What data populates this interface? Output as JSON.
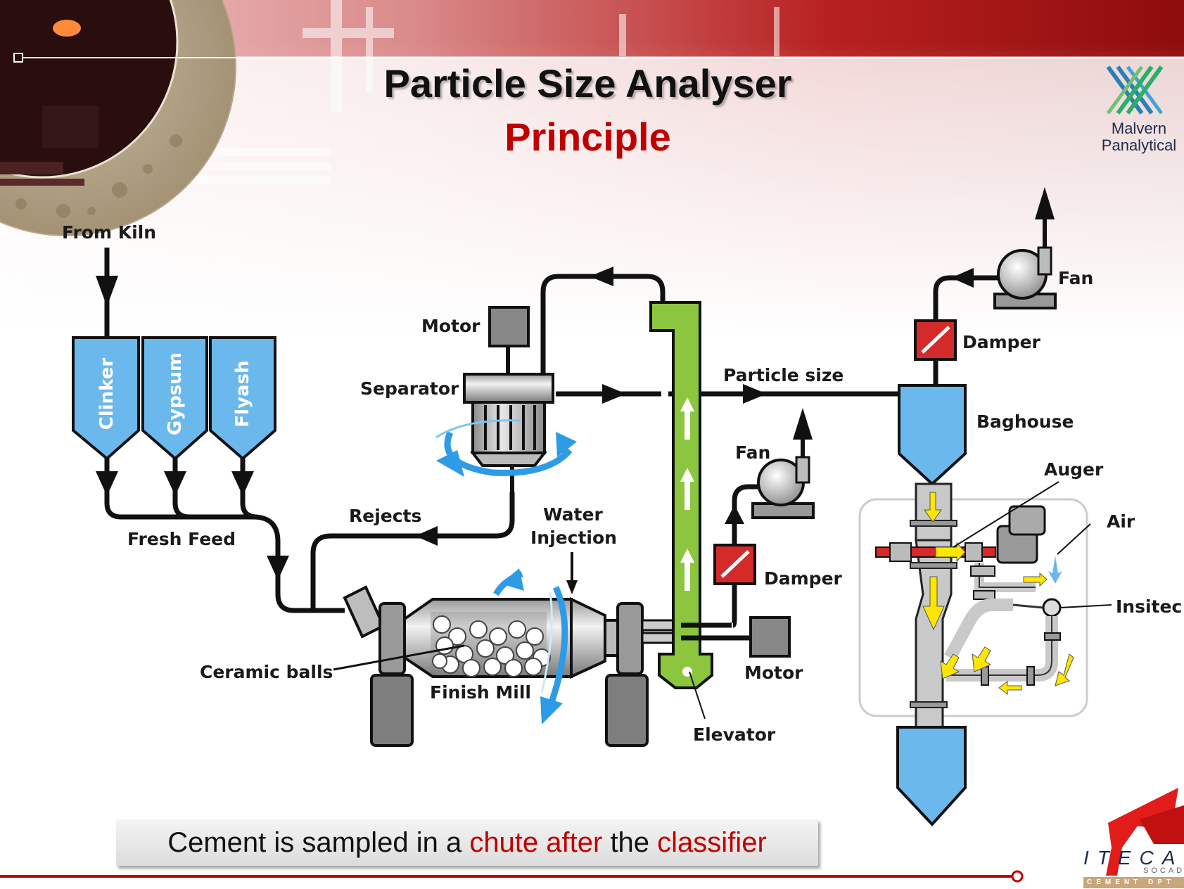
{
  "header": {
    "title": "Particle Size Analyser",
    "subtitle": "Principle"
  },
  "logos": {
    "malvern_line1": "Malvern",
    "malvern_line2": "Panalytical",
    "iteca": "ITECA",
    "iteca_sub": "SOCADEI",
    "iteca_dept": "CEMENT DPT"
  },
  "diagram": {
    "from_kiln": "From Kiln",
    "hoppers": [
      "Clinker",
      "Gypsum",
      "Flyash"
    ],
    "fresh_feed": "Fresh Feed",
    "rejects": "Rejects",
    "water_line1": "Water",
    "water_line2": "Injection",
    "motor_top": "Motor",
    "separator": "Separator",
    "particle_size": "Particle size",
    "fan_top": "Fan",
    "damper_top": "Damper",
    "baghouse": "Baghouse",
    "auger": "Auger",
    "air": "Air",
    "insitec": "Insitec",
    "fan_mid": "Fan",
    "damper_mid": "Damper",
    "motor_bottom": "Motor",
    "elevator": "Elevator",
    "ceramic_balls": "Ceramic balls",
    "finish_mill": "Finish Mill"
  },
  "caption": {
    "part1": "Cement is sampled in a ",
    "highlight1": "chute after",
    "part2": " the ",
    "highlight2": "classifier"
  },
  "colors": {
    "title_red": "#c00000",
    "hopper_blue": "#6ab8ec",
    "elevator_green": "#8cc63f",
    "damper_red": "#d42a2a",
    "arrow_yellow": "#ffe600"
  }
}
